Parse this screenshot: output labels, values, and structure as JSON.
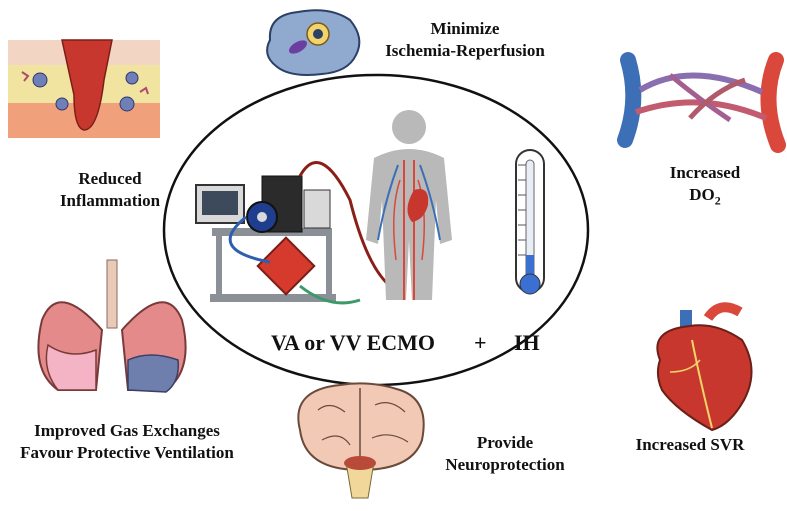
{
  "center": {
    "ecmo_label": "VA or VV ECMO",
    "plus": "+",
    "ih_label": "IH"
  },
  "labels": {
    "ischemia_line1": "Minimize",
    "ischemia_line2": "Ischemia-Reperfusion",
    "inflammation_line1": "Reduced",
    "inflammation_line2": "Inflammation",
    "do2_line1": "Increased",
    "do2_base": "DO",
    "do2_sub": "2",
    "gas_line1": "Improved Gas Exchanges",
    "gas_line2": "Favour Protective Ventilation",
    "neuro_line1": "Provide",
    "neuro_line2": "Neuroprotection",
    "svr": "Increased SVR"
  },
  "colors": {
    "outline": "#111111",
    "artery": "#d9483b",
    "vein": "#3d6fb6",
    "lung": "#e58a8a",
    "brain": "#f2c9b5",
    "heart": "#c8372d",
    "skin": "#b9b9b9",
    "thermo_fluid": "#3b6fd1"
  },
  "icons": [
    "cell-icon",
    "tissue-icon",
    "vessel-icon",
    "ecmo-machine-icon",
    "body-icon",
    "thermometer-icon",
    "lungs-icon",
    "brain-icon",
    "heart-icon"
  ]
}
